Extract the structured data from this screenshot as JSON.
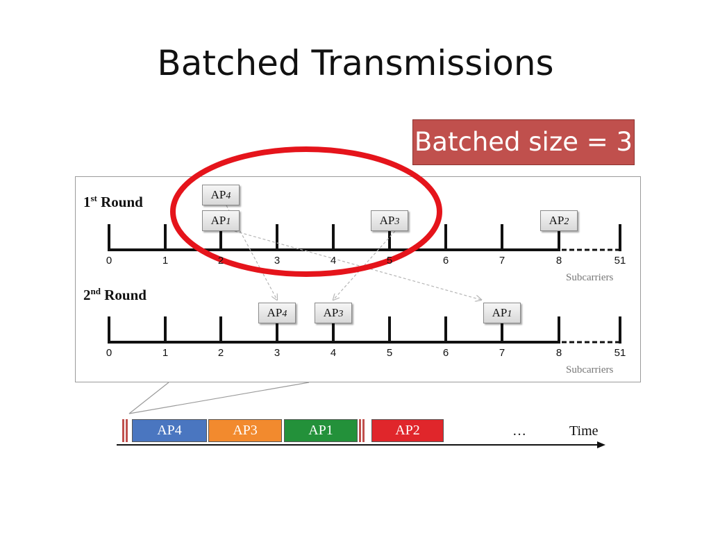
{
  "title": "Batched Transmissions",
  "badge": "Batched size = 3",
  "rounds": [
    {
      "label": "1st Round",
      "ticks": [
        "0",
        "1",
        "2",
        "3",
        "4",
        "5",
        "6",
        "7",
        "8",
        "51"
      ],
      "axis_note": "Subcarriers",
      "aps": [
        {
          "name": "AP",
          "num": "4",
          "tick": 2,
          "stack": 1
        },
        {
          "name": "AP",
          "num": "1",
          "tick": 2,
          "stack": 0
        },
        {
          "name": "AP",
          "num": "3",
          "tick": 5,
          "stack": 0
        },
        {
          "name": "AP",
          "num": "2",
          "tick": 8,
          "stack": 0
        }
      ]
    },
    {
      "label": "2nd Round",
      "ticks": [
        "0",
        "1",
        "2",
        "3",
        "4",
        "5",
        "6",
        "7",
        "8",
        "51"
      ],
      "axis_note": "Subcarriers",
      "aps": [
        {
          "name": "AP",
          "num": "4",
          "tick": 3,
          "stack": 0
        },
        {
          "name": "AP",
          "num": "3",
          "tick": 4,
          "stack": 0
        },
        {
          "name": "AP",
          "num": "1",
          "tick": 7,
          "stack": 0
        }
      ]
    }
  ],
  "timeline": {
    "segments": [
      {
        "label": "AP4",
        "color": "#4a76c0"
      },
      {
        "label": "AP3",
        "color": "#f28a2e"
      },
      {
        "label": "AP1",
        "color": "#23913a"
      },
      {
        "label": "AP2",
        "color": "#e0262b"
      }
    ],
    "ellipsis": "…",
    "axis_label": "Time"
  },
  "colors": {
    "highlight": "#e5141b",
    "badge": "#c0504d",
    "arrow": "#b5b5b5"
  }
}
